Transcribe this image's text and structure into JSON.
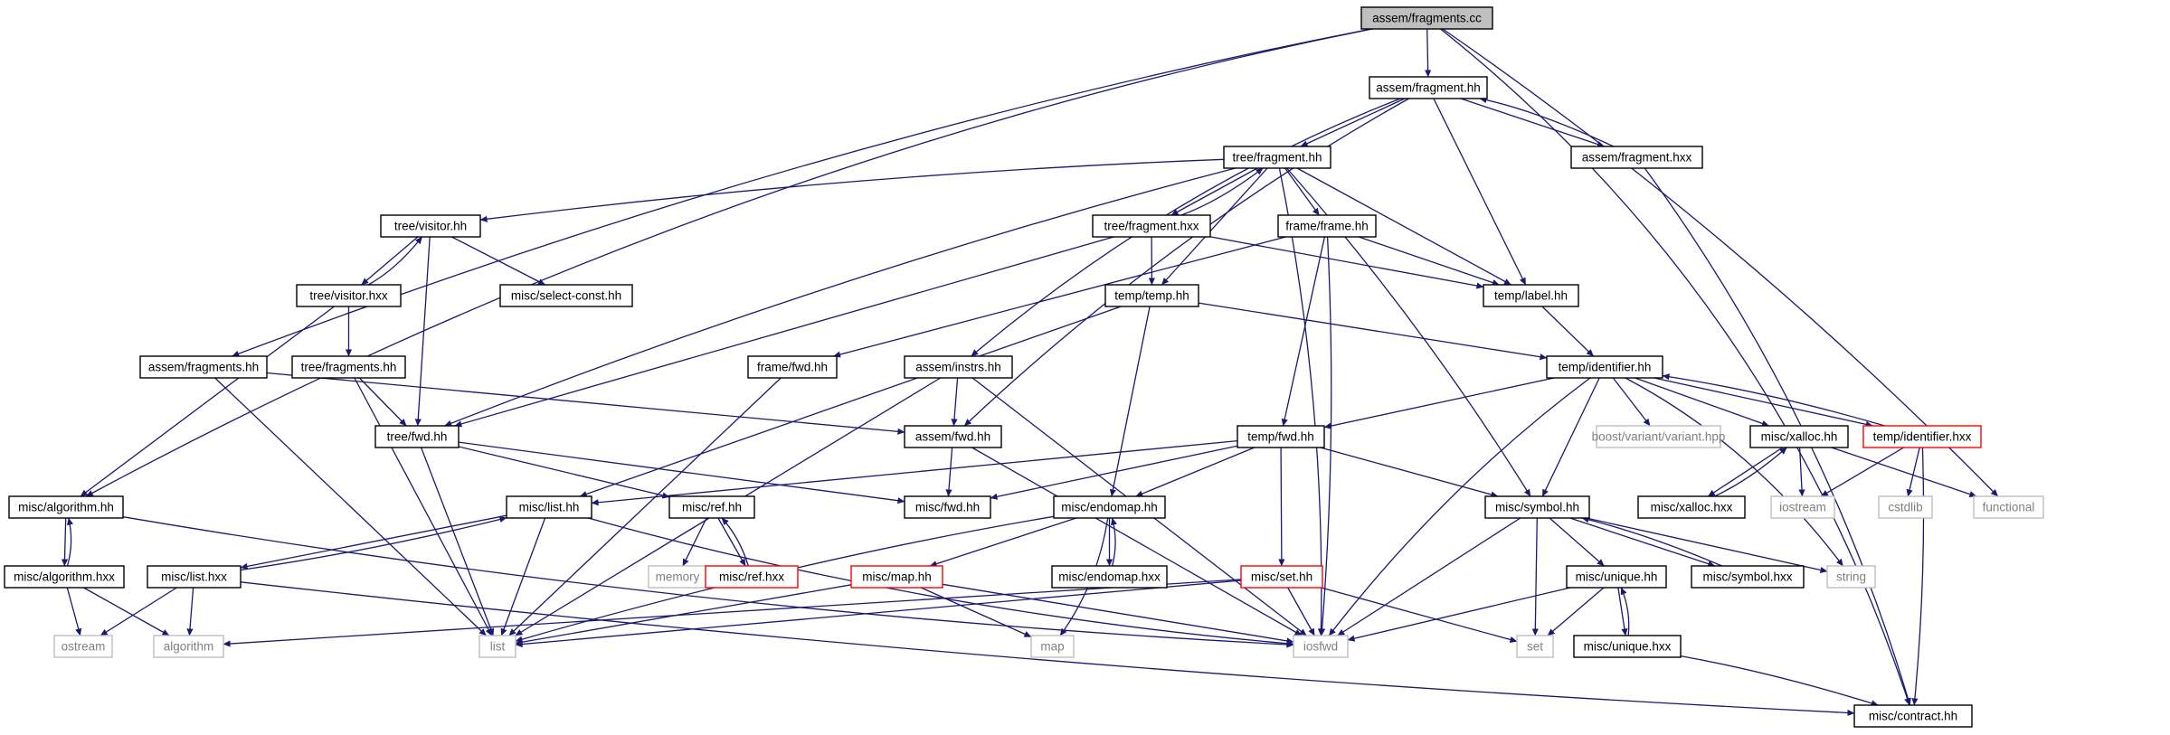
{
  "colors": {
    "edge": "#191970",
    "root_fill": "#bfbfbf",
    "normal_border": "#000000",
    "truncated_border": "#ff0000",
    "external_border": "#bfbfbf",
    "normal_text": "#000000",
    "external_text": "#808080"
  },
  "graph": {
    "root": "assem/fragments.cc",
    "nodes": {
      "assem_fragments_cc": "assem/fragments.cc",
      "assem_fragment_hh": "assem/fragment.hh",
      "assem_fragment_hxx": "assem/fragment.hxx",
      "tree_fragment_hh": "tree/fragment.hh",
      "tree_fragment_hxx": "tree/fragment.hxx",
      "frame_frame_hh": "frame/frame.hh",
      "tree_visitor_hh": "tree/visitor.hh",
      "tree_visitor_hxx": "tree/visitor.hxx",
      "misc_select_const_hh": "misc/select-const.hh",
      "temp_temp_hh": "temp/temp.hh",
      "temp_label_hh": "temp/label.hh",
      "assem_fragments_hh": "assem/fragments.hh",
      "tree_fragments_hh": "tree/fragments.hh",
      "frame_fwd_hh": "frame/fwd.hh",
      "assem_instrs_hh": "assem/instrs.hh",
      "temp_identifier_hh": "temp/identifier.hh",
      "tree_fwd_hh": "tree/fwd.hh",
      "assem_fwd_hh": "assem/fwd.hh",
      "temp_fwd_hh": "temp/fwd.hh",
      "boost_variant": "boost/variant/variant.hpp",
      "misc_xalloc_hh": "misc/xalloc.hh",
      "temp_identifier_hxx": "temp/identifier.hxx",
      "misc_algorithm_hh": "misc/algorithm.hh",
      "misc_list_hh": "misc/list.hh",
      "misc_ref_hh": "misc/ref.hh",
      "misc_fwd_hh": "misc/fwd.hh",
      "misc_endomap_hh": "misc/endomap.hh",
      "misc_symbol_hh": "misc/symbol.hh",
      "misc_xalloc_hxx": "misc/xalloc.hxx",
      "iostream": "iostream",
      "cstdlib": "cstdlib",
      "functional": "functional",
      "misc_algorithm_hxx": "misc/algorithm.hxx",
      "misc_list_hxx": "misc/list.hxx",
      "memory": "memory",
      "misc_ref_hxx": "misc/ref.hxx",
      "misc_map_hh": "misc/map.hh",
      "misc_endomap_hxx": "misc/endomap.hxx",
      "misc_set_hh": "misc/set.hh",
      "misc_unique_hh": "misc/unique.hh",
      "misc_symbol_hxx": "misc/symbol.hxx",
      "string": "string",
      "ostream": "ostream",
      "algorithm": "algorithm",
      "list": "list",
      "map": "map",
      "iosfwd": "iosfwd",
      "set": "set",
      "misc_unique_hxx": "misc/unique.hxx",
      "misc_contract_hh": "misc/contract.hh"
    },
    "node_kinds": {
      "root": [
        "assem_fragments_cc"
      ],
      "truncated": [
        "misc_ref_hxx",
        "misc_map_hh",
        "misc_set_hh",
        "temp_identifier_hxx"
      ],
      "external": [
        "boost_variant",
        "iostream",
        "cstdlib",
        "functional",
        "memory",
        "string",
        "ostream",
        "algorithm",
        "list",
        "map",
        "iosfwd",
        "set"
      ]
    },
    "edges": [
      [
        "assem_fragments_cc",
        "assem_fragment_hh"
      ],
      [
        "assem_fragments_cc",
        "misc_algorithm_hh"
      ],
      [
        "assem_fragments_cc",
        "assem_fragments_hh"
      ],
      [
        "assem_fragments_cc",
        "functional"
      ],
      [
        "assem_fragments_cc",
        "misc_contract_hh"
      ],
      [
        "assem_fragment_hh",
        "tree_fragment_hh"
      ],
      [
        "assem_fragment_hh",
        "assem_fragment_hxx"
      ],
      [
        "assem_fragment_hh",
        "temp_label_hh"
      ],
      [
        "assem_fragment_hh",
        "assem_instrs_hh"
      ],
      [
        "assem_fragment_hh",
        "assem_fwd_hh"
      ],
      [
        "assem_fragment_hxx",
        "assem_fragment_hh"
      ],
      [
        "assem_fragment_hxx",
        "misc_contract_hh"
      ],
      [
        "tree_fragment_hh",
        "tree_visitor_hh"
      ],
      [
        "tree_fragment_hh",
        "tree_fragment_hxx"
      ],
      [
        "tree_fragment_hh",
        "frame_frame_hh"
      ],
      [
        "tree_fragment_hh",
        "temp_temp_hh"
      ],
      [
        "tree_fragment_hh",
        "temp_label_hh"
      ],
      [
        "tree_fragment_hh",
        "tree_fwd_hh"
      ],
      [
        "tree_fragment_hh",
        "misc_symbol_hh"
      ],
      [
        "tree_fragment_hh",
        "iosfwd"
      ],
      [
        "tree_fragment_hxx",
        "tree_fragment_hh"
      ],
      [
        "tree_fragment_hxx",
        "temp_temp_hh"
      ],
      [
        "tree_fragment_hxx",
        "temp_label_hh"
      ],
      [
        "tree_fragment_hxx",
        "tree_fwd_hh"
      ],
      [
        "frame_frame_hh",
        "temp_label_hh"
      ],
      [
        "frame_frame_hh",
        "frame_fwd_hh"
      ],
      [
        "frame_frame_hh",
        "temp_fwd_hh"
      ],
      [
        "frame_frame_hh",
        "iosfwd"
      ],
      [
        "tree_visitor_hh",
        "tree_visitor_hxx"
      ],
      [
        "tree_visitor_hh",
        "misc_select_const_hh"
      ],
      [
        "tree_visitor_hh",
        "tree_fwd_hh"
      ],
      [
        "tree_visitor_hxx",
        "tree_visitor_hh"
      ],
      [
        "tree_visitor_hxx",
        "tree_fragments_hh"
      ],
      [
        "tree_visitor_hxx",
        "misc_algorithm_hh"
      ],
      [
        "temp_temp_hh",
        "temp_identifier_hh"
      ],
      [
        "temp_temp_hh",
        "misc_list_hh"
      ],
      [
        "temp_temp_hh",
        "misc_endomap_hh"
      ],
      [
        "temp_label_hh",
        "temp_identifier_hh"
      ],
      [
        "assem_fragments_hh",
        "assem_fwd_hh"
      ],
      [
        "assem_fragments_hh",
        "list"
      ],
      [
        "tree_fragments_hh",
        "tree_fwd_hh"
      ],
      [
        "tree_fragments_hh",
        "list"
      ],
      [
        "frame_fwd_hh",
        "list"
      ],
      [
        "assem_instrs_hh",
        "assem_fwd_hh"
      ],
      [
        "assem_instrs_hh",
        "list"
      ],
      [
        "assem_instrs_hh",
        "iosfwd"
      ],
      [
        "temp_identifier_hh",
        "temp_fwd_hh"
      ],
      [
        "temp_identifier_hh",
        "boost_variant"
      ],
      [
        "temp_identifier_hh",
        "misc_xalloc_hh"
      ],
      [
        "temp_identifier_hh",
        "temp_identifier_hxx"
      ],
      [
        "temp_identifier_hh",
        "misc_symbol_hh"
      ],
      [
        "temp_identifier_hh",
        "string"
      ],
      [
        "temp_identifier_hh",
        "iosfwd"
      ],
      [
        "tree_fwd_hh",
        "misc_ref_hh"
      ],
      [
        "tree_fwd_hh",
        "misc_fwd_hh"
      ],
      [
        "tree_fwd_hh",
        "list"
      ],
      [
        "assem_fwd_hh",
        "misc_fwd_hh"
      ],
      [
        "assem_fwd_hh",
        "iosfwd"
      ],
      [
        "temp_fwd_hh",
        "misc_list_hh"
      ],
      [
        "temp_fwd_hh",
        "misc_fwd_hh"
      ],
      [
        "temp_fwd_hh",
        "misc_endomap_hh"
      ],
      [
        "temp_fwd_hh",
        "misc_set_hh"
      ],
      [
        "temp_fwd_hh",
        "misc_symbol_hh"
      ],
      [
        "misc_xalloc_hh",
        "misc_xalloc_hxx"
      ],
      [
        "misc_xalloc_hh",
        "iostream"
      ],
      [
        "misc_xalloc_hh",
        "functional"
      ],
      [
        "misc_xalloc_hxx",
        "misc_xalloc_hh"
      ],
      [
        "temp_identifier_hxx",
        "temp_identifier_hh"
      ],
      [
        "temp_identifier_hxx",
        "iostream"
      ],
      [
        "temp_identifier_hxx",
        "cstdlib"
      ],
      [
        "temp_identifier_hxx",
        "misc_contract_hh"
      ],
      [
        "misc_algorithm_hh",
        "misc_algorithm_hxx"
      ],
      [
        "misc_algorithm_hh",
        "iosfwd"
      ],
      [
        "misc_algorithm_hxx",
        "misc_algorithm_hh"
      ],
      [
        "misc_algorithm_hxx",
        "ostream"
      ],
      [
        "misc_algorithm_hxx",
        "algorithm"
      ],
      [
        "misc_list_hh",
        "misc_list_hxx"
      ],
      [
        "misc_list_hh",
        "list"
      ],
      [
        "misc_list_hh",
        "iosfwd"
      ],
      [
        "misc_list_hxx",
        "misc_list_hh"
      ],
      [
        "misc_list_hxx",
        "ostream"
      ],
      [
        "misc_list_hxx",
        "algorithm"
      ],
      [
        "misc_list_hxx",
        "misc_contract_hh"
      ],
      [
        "misc_ref_hh",
        "misc_ref_hxx"
      ],
      [
        "misc_ref_hh",
        "memory"
      ],
      [
        "misc_ref_hxx",
        "misc_ref_hh"
      ],
      [
        "misc_endomap_hh",
        "misc_endomap_hxx"
      ],
      [
        "misc_endomap_hh",
        "misc_map_hh"
      ],
      [
        "misc_endomap_hh",
        "list"
      ],
      [
        "misc_endomap_hh",
        "map"
      ],
      [
        "misc_endomap_hxx",
        "misc_endomap_hh"
      ],
      [
        "misc_map_hh",
        "list"
      ],
      [
        "misc_map_hh",
        "map"
      ],
      [
        "misc_map_hh",
        "iosfwd"
      ],
      [
        "misc_set_hh",
        "algorithm"
      ],
      [
        "misc_set_hh",
        "list"
      ],
      [
        "misc_set_hh",
        "iosfwd"
      ],
      [
        "misc_set_hh",
        "set"
      ],
      [
        "misc_symbol_hh",
        "misc_unique_hh"
      ],
      [
        "misc_symbol_hh",
        "misc_symbol_hxx"
      ],
      [
        "misc_symbol_hh",
        "string"
      ],
      [
        "misc_symbol_hh",
        "set"
      ],
      [
        "misc_symbol_hh",
        "iosfwd"
      ],
      [
        "misc_symbol_hxx",
        "misc_symbol_hh"
      ],
      [
        "misc_unique_hh",
        "misc_unique_hxx"
      ],
      [
        "misc_unique_hh",
        "set"
      ],
      [
        "misc_unique_hh",
        "iosfwd"
      ],
      [
        "misc_unique_hxx",
        "misc_unique_hh"
      ],
      [
        "misc_unique_hxx",
        "misc_contract_hh"
      ]
    ]
  }
}
